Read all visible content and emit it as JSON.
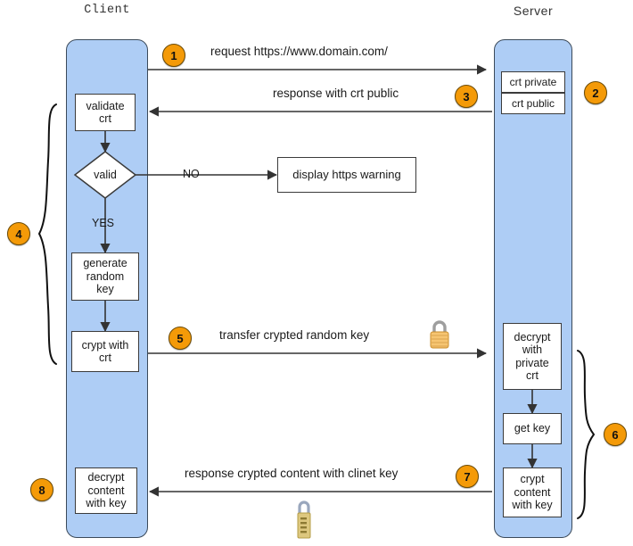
{
  "diagram": {
    "title": "HTTPS / TLS handshake sequence",
    "accent_color": "#f49a08",
    "lane_color": "#aecdf5",
    "line_color": "#333333"
  },
  "lanes": [
    {
      "id": "client",
      "label": "Client"
    },
    {
      "id": "server",
      "label": "Server"
    }
  ],
  "client_steps": [
    {
      "id": "validate-crt",
      "label": "validate\ncrt"
    },
    {
      "id": "valid-decision",
      "label": "valid"
    },
    {
      "id": "generate-random-key",
      "label": "generate\nrandom\nkey"
    },
    {
      "id": "crypt-with-crt",
      "label": "crypt with\ncrt"
    },
    {
      "id": "decrypt-content-with-key",
      "label": "decrypt\ncontent\nwith key"
    }
  ],
  "server_steps": [
    {
      "id": "crt-private",
      "label": "crt private"
    },
    {
      "id": "crt-public",
      "label": "crt public"
    },
    {
      "id": "decrypt-with-private-crt",
      "label": "decrypt\nwith\nprivate\ncrt"
    },
    {
      "id": "get-key",
      "label": "get key"
    },
    {
      "id": "crypt-content-with-key",
      "label": "crypt\ncontent\nwith key"
    }
  ],
  "external_steps": [
    {
      "id": "display-https-warning",
      "label": "display https warning"
    }
  ],
  "messages": [
    {
      "id": "m1",
      "label": "request https://www.domain.com/",
      "direction": "client-to-server"
    },
    {
      "id": "m3",
      "label": "response with crt public",
      "direction": "server-to-client"
    },
    {
      "id": "m5",
      "label": "transfer crypted random key",
      "direction": "client-to-server"
    },
    {
      "id": "m7",
      "label": "response crypted content with clinet key",
      "direction": "server-to-client"
    }
  ],
  "branch_labels": [
    {
      "id": "no",
      "label": "NO"
    },
    {
      "id": "yes",
      "label": "YES"
    }
  ],
  "badges": [
    {
      "id": "badge-1",
      "label": "1"
    },
    {
      "id": "badge-2",
      "label": "2"
    },
    {
      "id": "badge-3",
      "label": "3"
    },
    {
      "id": "badge-4",
      "label": "4"
    },
    {
      "id": "badge-5",
      "label": "5"
    },
    {
      "id": "badge-6",
      "label": "6"
    },
    {
      "id": "badge-7",
      "label": "7"
    },
    {
      "id": "badge-8",
      "label": "8"
    }
  ],
  "icons": [
    {
      "id": "padlock-closed",
      "name": "padlock-closed-icon"
    },
    {
      "id": "padlock-combination",
      "name": "padlock-combination-icon"
    }
  ]
}
